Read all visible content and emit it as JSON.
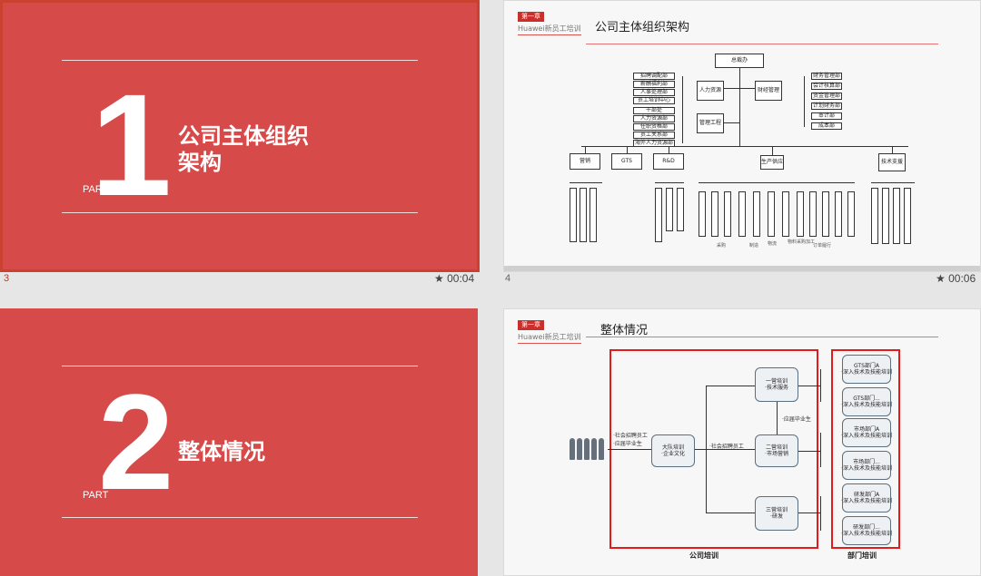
{
  "slides": [
    {
      "number": "3",
      "time": "00:04",
      "part": "PART",
      "big_number": "1",
      "title_line1": "公司主体组织",
      "title_line2": "架构"
    },
    {
      "number": "4",
      "time": "00:06",
      "chapter": "第一章",
      "subtitle": "Huawei新员工培训",
      "title": "公司主体组织架构",
      "org": {
        "top": "总裁办",
        "hr": "人力资源",
        "finance": "财经管理",
        "mgmt": "管理工程",
        "left_list": [
          "招聘调配部",
          "薪酬福利部",
          "人事处理部",
          "员工培训中心",
          "干部处",
          "人力资源部",
          "任职资格部",
          "员工关系部",
          "海外人力资源部"
        ],
        "right_list": [
          "财务管理部",
          "会计核算部",
          "资金管理部",
          "计划财务部",
          "审计部",
          "成本部"
        ],
        "level2": [
          "营销",
          "GTS",
          "R&D",
          "生产供应",
          "技术支援"
        ],
        "notes": [
          "采购",
          "制造",
          "物流",
          "物料采购加工",
          "订单履行"
        ]
      }
    },
    {
      "number": "",
      "time": "",
      "part": "PART",
      "big_number": "2",
      "title": "整体情况"
    },
    {
      "number": "",
      "time": "",
      "chapter": "第一章",
      "subtitle": "Huawei新员工培训",
      "title": "整体情况",
      "flow": {
        "start": "大队培训\n·企业文化",
        "mid": [
          "一营培训\n·技术服务",
          "二营培训\n·市场营销",
          "三营培训\n·研发"
        ],
        "arrows": [
          "·社会招聘员工\n·应届毕业生",
          "·社会招聘员工",
          "·应届毕业生"
        ],
        "dept": [
          "GTS部门A\n·深入技术及技能培训",
          "GTS部门...\n·深入技术及技能培训",
          "市场部门A\n·深入技术及技能培训",
          "市场部门...\n·深入技术及技能培训",
          "研发部门A\n·深入技术及技能培训",
          "研发部门...\n·深入技术及技能培训"
        ],
        "label_company": "公司培训",
        "label_dept": "部门培训"
      }
    }
  ],
  "colors": {
    "brand_red": "#d74a4a",
    "accent": "#e31b1b"
  }
}
